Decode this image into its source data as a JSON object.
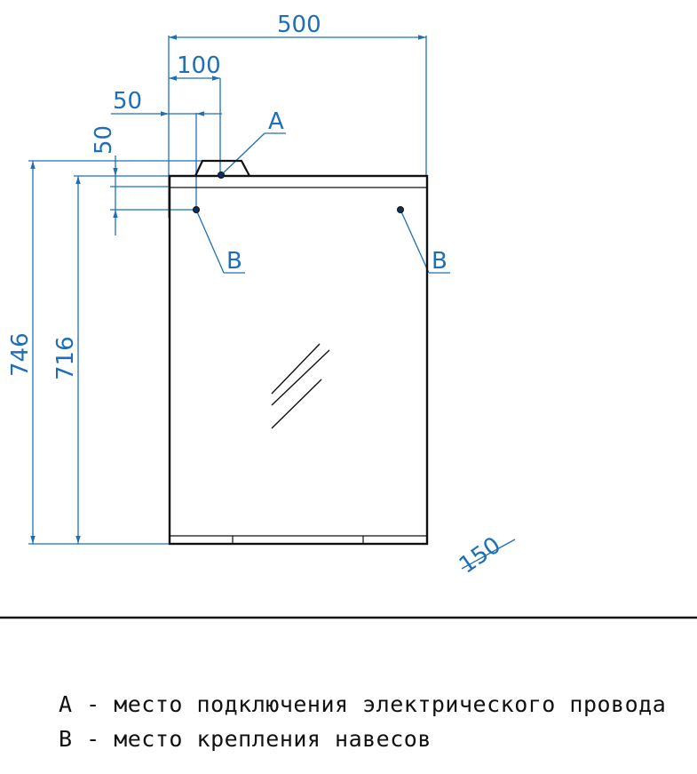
{
  "dimensions": {
    "width_total": "500",
    "offset_a": "100",
    "offset_b_horizontal": "50",
    "offset_b_vertical": "50",
    "height_total": "746",
    "height_body": "716",
    "depth": "150"
  },
  "callouts": {
    "a": "A",
    "b_left": "B",
    "b_right": "B"
  },
  "legend": {
    "a": "A - место подключения электрического провода",
    "b": "B - место крепления навесов"
  },
  "colors": {
    "dimension": "#1e6fb8",
    "outline": "#111111"
  }
}
